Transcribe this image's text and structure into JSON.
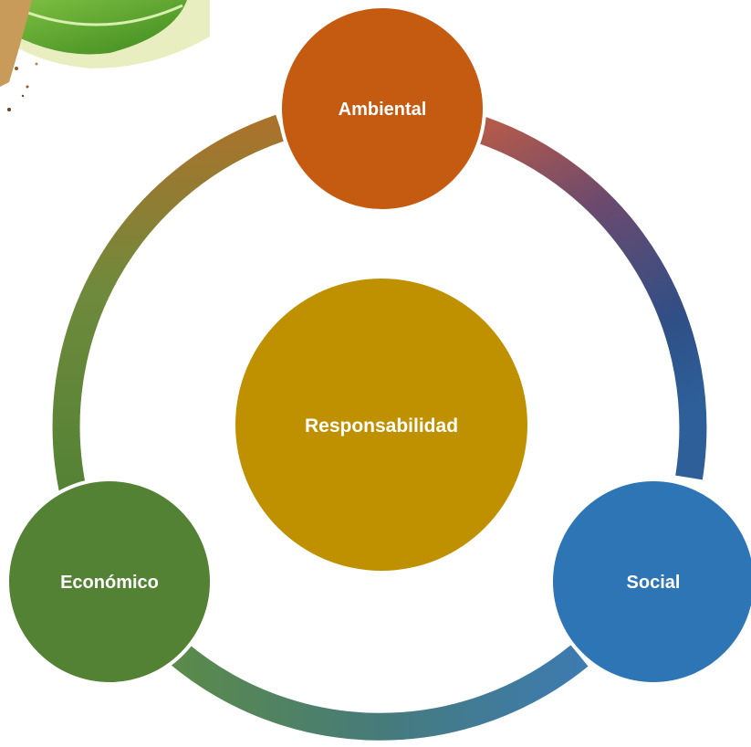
{
  "diagram": {
    "center": {
      "label": "Responsabilidad",
      "color": "#bf9000"
    },
    "nodes": [
      {
        "id": "ambiental",
        "label": "Ambiental",
        "color": "#c55a11"
      },
      {
        "id": "social",
        "label": "Social",
        "color": "#2e75b6"
      },
      {
        "id": "economico",
        "label": "Económico",
        "color": "#548235"
      }
    ],
    "ring_colors": {
      "top_left": "#a9732c",
      "top_right": "#b45a4a",
      "right": "#2f5597",
      "bottom_right": "#3d7bb0",
      "bottom_left": "#5b8a4a",
      "left": "#548235"
    },
    "decoration": {
      "name": "leaf-photo-corner",
      "colors": [
        "#5ea32a",
        "#e9eec0",
        "#b5894a"
      ]
    }
  }
}
